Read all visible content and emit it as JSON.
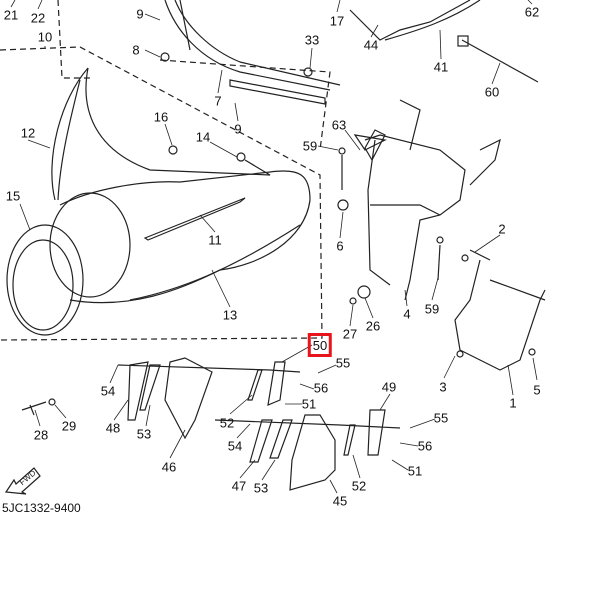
{
  "diagram": {
    "catalog_code": "5JC1332-9400",
    "fwd_label": "FWD",
    "highlighted_part": "50",
    "highlight_color": "#e8141b",
    "callouts": [
      "21",
      "22",
      "10",
      "9",
      "17",
      "44",
      "62",
      "8",
      "33",
      "41",
      "60",
      "7",
      "9",
      "16",
      "14",
      "12",
      "63",
      "59",
      "15",
      "11",
      "6",
      "2",
      "13",
      "27",
      "26",
      "4",
      "59",
      "50",
      "55",
      "56",
      "54",
      "3",
      "5",
      "49",
      "1",
      "51",
      "52",
      "28",
      "29",
      "48",
      "53",
      "55",
      "54",
      "56",
      "46",
      "47",
      "53",
      "51",
      "52",
      "45"
    ]
  }
}
